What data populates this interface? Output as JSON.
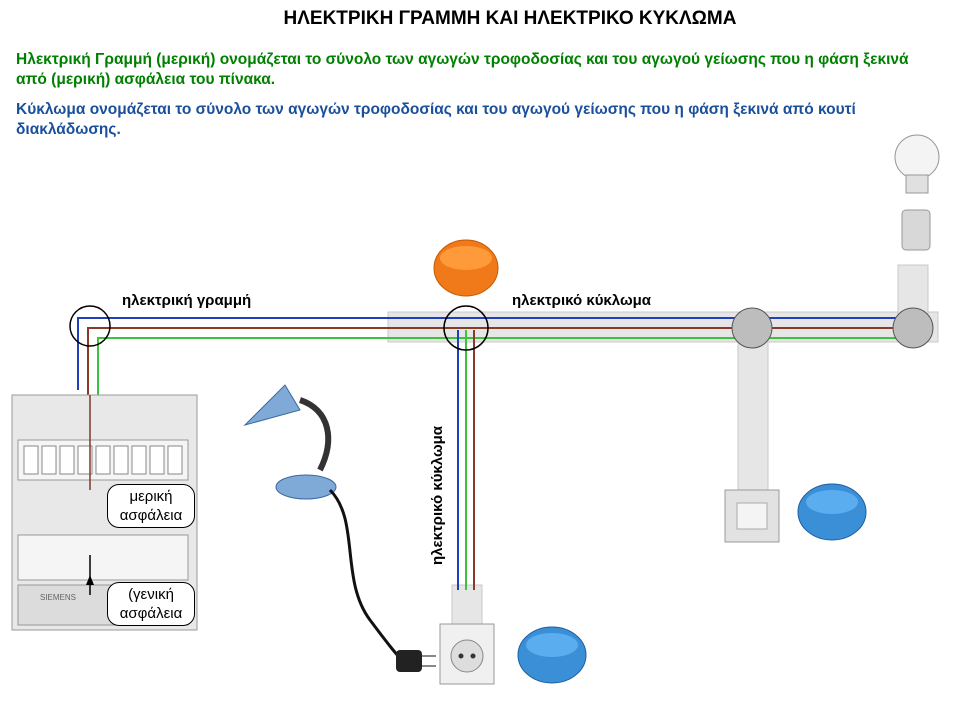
{
  "title": "ΗΛΕΚΤΡΙΚΗ ΓΡΑΜΜΗ ΚΑΙ ΗΛΕΚΤΡΙΚΟ ΚΥΚΛΩΜΑ",
  "definitions": {
    "line": "Ηλεκτρική Γραμμή (μερική) ονομάζεται το σύνολο των αγωγών τροφοδοσίας και του αγωγού γείωσης που η φάση ξεκινά από (μερική) ασφάλεια του πίνακα.",
    "circuit": "Κύκλωμα ονομάζεται το σύνολο των αγωγών τροφοδοσίας και του αγωγού γείωσης που η φάση ξεκινά από κουτί διακλάδωσης."
  },
  "labels": {
    "electric_line": "ηλεκτρική γραμμή",
    "electric_circuit_horizontal": "ηλεκτρικό κύκλωμα",
    "electric_circuit_vertical": "ηλεκτρικό κύκλωμα",
    "partial_fuse": "μερική ασφάλεια",
    "main_fuse": "(γενική ασφάλεια"
  },
  "panel_brand": "SIEMENS",
  "colors": {
    "wire_blue": "#1f3fbf",
    "wire_brown": "#8b3a2a",
    "wire_green": "#3cc23c",
    "box_orange": "#f07a1a",
    "box_blue": "#3a8fd6",
    "conduit": "#e4e4e4"
  },
  "icons": [
    "light-bulb-icon",
    "lamp-socket-icon",
    "junction-box-icon",
    "desk-lamp-icon",
    "plug-icon",
    "wall-socket-icon",
    "light-switch-icon",
    "distribution-panel-icon"
  ]
}
